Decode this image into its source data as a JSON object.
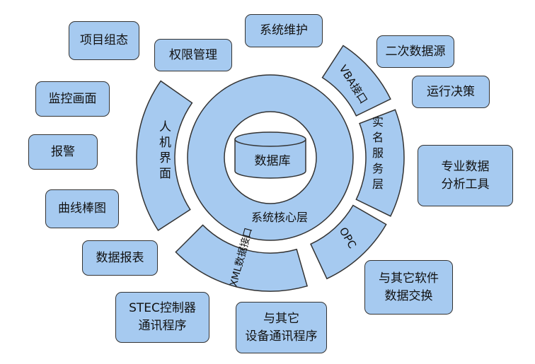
{
  "colors": {
    "fill": "#A6CAF0",
    "stroke": "#333333"
  },
  "core": {
    "database": "数据库",
    "core_layer": "系统核心层"
  },
  "ring": {
    "hmi": "人机界面",
    "vba": "VBA接口",
    "naming": "实名服务层",
    "opc": "OPC",
    "xml": "XML数据接口"
  },
  "boxes": {
    "project_config": "项目组态",
    "permission": "权限管理",
    "maintenance": "系统维护",
    "secondary_source": "二次数据源",
    "decision": "运行决策",
    "monitor": "监控画面",
    "alarm": "报警",
    "analysis_line1": "专业数据",
    "analysis_line2": "分析工具",
    "curve": "曲线棒图",
    "report": "数据报表",
    "software_line1": "与其它软件",
    "software_line2": "数据交换",
    "stec_line1": "STEC控制器",
    "stec_line2": "通讯程序",
    "device_line1": "与其它",
    "device_line2": "设备通讯程序"
  }
}
